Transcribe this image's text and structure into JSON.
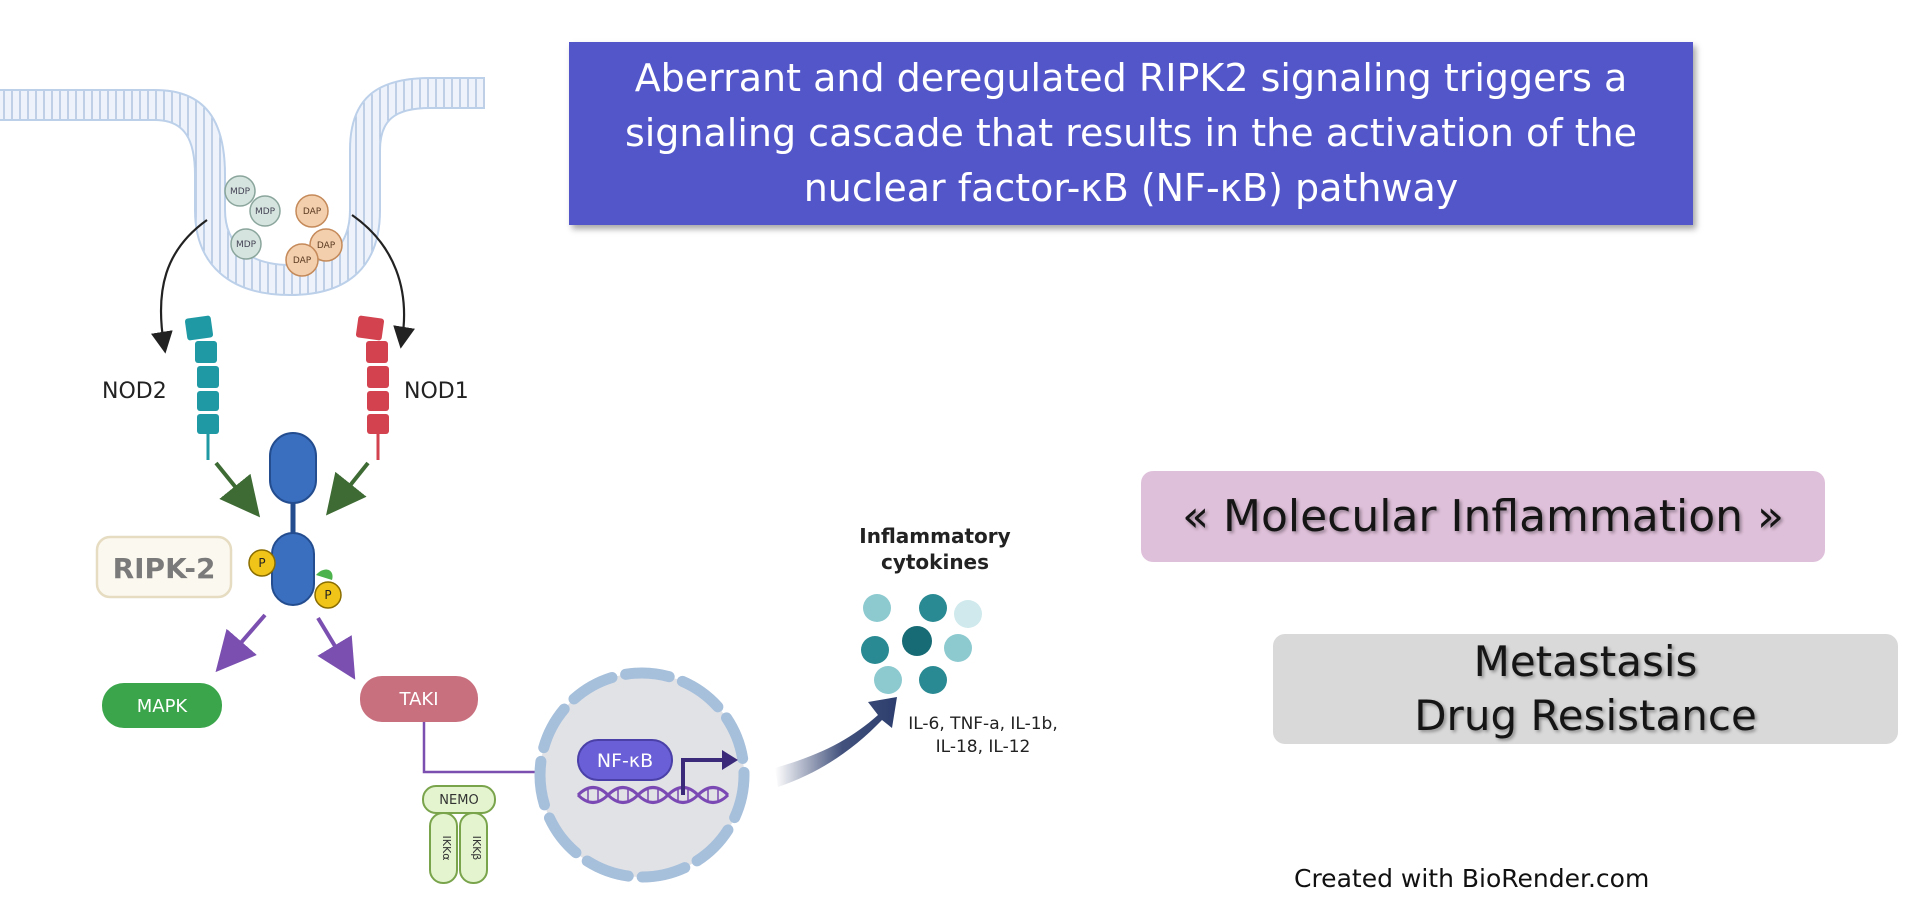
{
  "title_lines": [
    "Aberrant and deregulated RIPK2  signaling triggers a",
    "signaling cascade that results in the activation of the",
    "nuclear factor-κB (NF-κB) pathway"
  ],
  "labels": {
    "mdp": "MDP",
    "dap": "DAP",
    "nod2": "NOD2",
    "nod1": "NOD1",
    "ripk2": "RIPK-2",
    "p": "P",
    "mapk": "MAPK",
    "tak1": "TAKI",
    "nemo": "NEMO",
    "ikka": "IKKα",
    "ikkb": "IKKβ",
    "nfkb": "NF-κB",
    "cytokines_line1": "Inflammatory",
    "cytokines_line2": "cytokines",
    "cytokine_list_line1": "IL-6, TNF-a, IL-1b,",
    "cytokine_list_line2": "IL-18, IL-12"
  },
  "inflammation": "« Molecular  Inflammation »",
  "outcomes": [
    "Metastasis",
    "Drug Resistance"
  ],
  "credit": "Created with BioRender.com",
  "colors": {
    "title_bg": "#5256c9",
    "inflammation_bg": "#dfc0da",
    "outcome_bg": "#d9d9d9",
    "nod2": "#1f9aa5",
    "nod1": "#d2434f",
    "ripk2": "#3a6fc0",
    "mapk": "#3aa54a",
    "tak1": "#c9707f",
    "nfkb": "#6a5fd6",
    "phosphate": "#f0c419",
    "arrow_green": "#3e6b34",
    "arrow_purple": "#7a4fb0",
    "dna": "#7b49b3",
    "nucleus": "#a6bfdb",
    "cytokine": "#2a8a93",
    "big_arrow": "#2d3e6e"
  }
}
